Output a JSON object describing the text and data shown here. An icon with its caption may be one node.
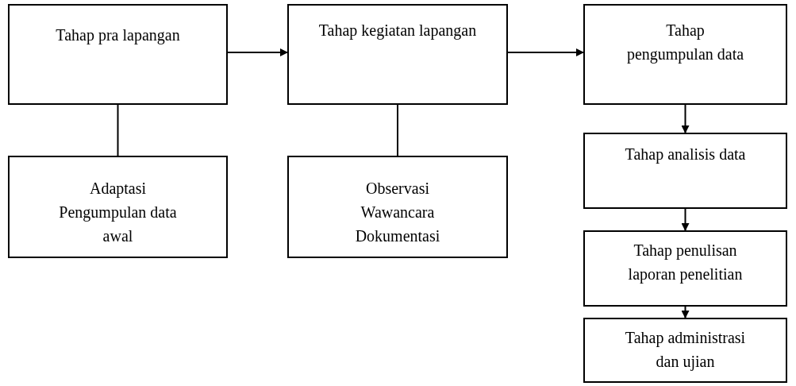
{
  "diagram": {
    "nodes": [
      {
        "text": [
          "Tahap pra lapangan"
        ]
      },
      {
        "text": [
          "Tahap kegiatan lapangan"
        ]
      },
      {
        "text": [
          "Tahap pengumpulan data"
        ]
      },
      {
        "text": [
          "Adaptasi Pengumpulan data awal"
        ]
      },
      {
        "text": [
          "Observasi Wawancara Dokumentasi"
        ]
      },
      {
        "text": [
          "Tahap analisis data"
        ]
      },
      {
        "text": [
          "Tahap penulisan laporan penelitian"
        ]
      },
      {
        "text": [
          "Tahap administrasi dan ujian"
        ]
      }
    ],
    "edges": [
      {
        "from": 0,
        "to": 1,
        "arrow": "to"
      },
      {
        "from": 1,
        "to": 2,
        "arrow": "to"
      },
      {
        "from": 0,
        "to": 3,
        "arrow": "none"
      },
      {
        "from": 1,
        "to": 4,
        "arrow": "none"
      },
      {
        "from": 2,
        "to": 5,
        "arrow": "to"
      },
      {
        "from": 5,
        "to": 6,
        "arrow": "to"
      },
      {
        "from": 6,
        "to": 7,
        "arrow": "to"
      }
    ]
  }
}
